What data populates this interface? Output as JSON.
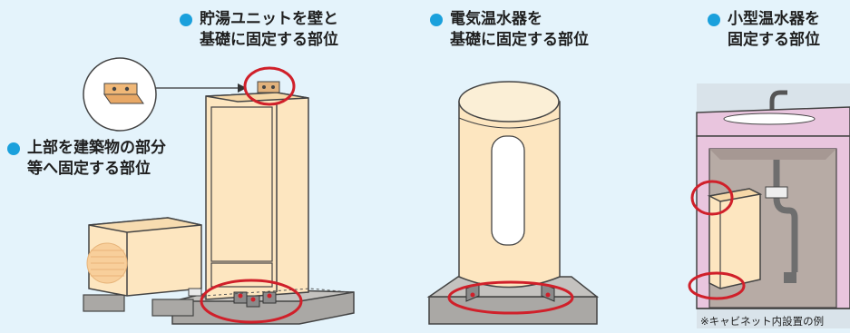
{
  "labels": {
    "unit_wall": {
      "line1": "貯湯ユニットを壁と",
      "line2": "基礎に固定する部位"
    },
    "unit_top": {
      "line1": "上部を建築物の部分",
      "line2": "等へ固定する部位"
    },
    "electric_heater": {
      "line1": "電気温水器を",
      "line2": "基礎に固定する部位"
    },
    "small_heater": {
      "line1": "小型温水器を",
      "line2": "固定する部位"
    }
  },
  "note": "※キャビネット内設置の例",
  "colors": {
    "background": "#e4f3fb",
    "bullet": "#1aa0dc",
    "highlight_circle": "#d0202a",
    "tank_body": "#fde6c0",
    "base": "#aaa8a5",
    "cabinet": "#e9c5de"
  }
}
